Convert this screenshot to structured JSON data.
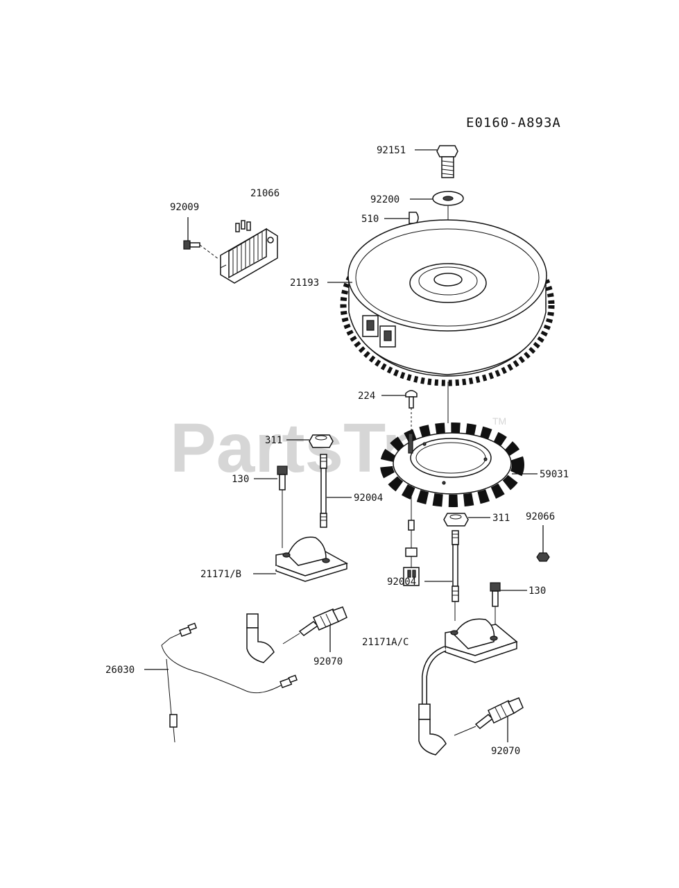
{
  "diagram": {
    "code": "E0160-A893A",
    "watermark": "PartsTree",
    "watermark_tm": "TM"
  },
  "labels": {
    "p92151": "92151",
    "p92200": "92200",
    "p510": "510",
    "p21066": "21066",
    "p92009": "92009",
    "p21193": "21193",
    "p224": "224",
    "p311a": "311",
    "p59031": "59031",
    "p130a": "130",
    "p92004a": "92004",
    "p311b": "311",
    "p92066": "92066",
    "p21171b": "21171/B",
    "p92004b": "92004",
    "p130b": "130",
    "p21171ac": "21171A/C",
    "p92070a": "92070",
    "p26030": "26030",
    "p92070b": "92070"
  }
}
